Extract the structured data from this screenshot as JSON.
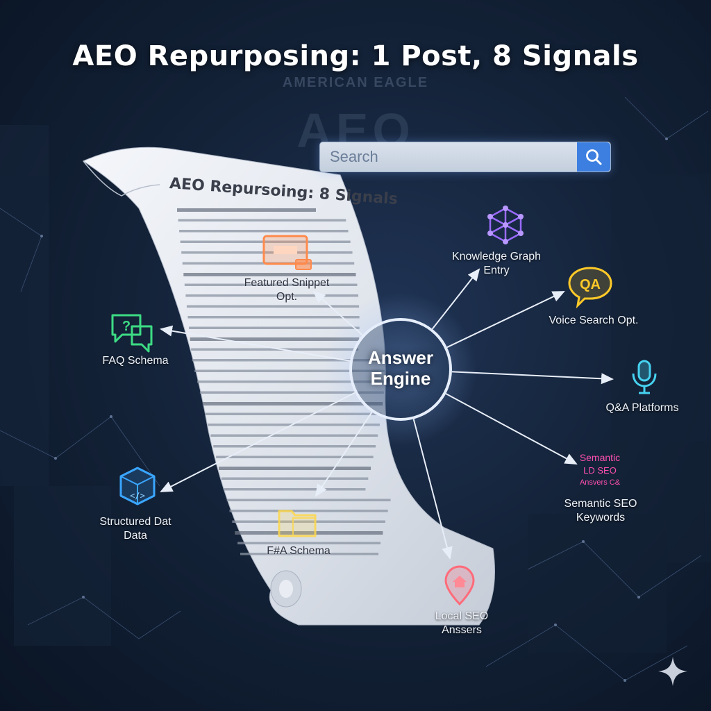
{
  "title": "AEO Repurposing: 1 Post, 8 Signals",
  "watermark": {
    "brand": "AMERICAN EAGLE",
    "mark": "AEO"
  },
  "document": {
    "title": "AEO Repursoing: 8 Signals"
  },
  "search": {
    "placeholder": "Search"
  },
  "hub": {
    "line1": "Answer",
    "line2": "Engine"
  },
  "signals": [
    {
      "id": "featured-snippet",
      "line1": "Featured Snippet",
      "line2": "Opt.",
      "color": "#ff8a4c",
      "icon": "snippet-card-icon"
    },
    {
      "id": "faq-schema",
      "line1": "FAQ Schema",
      "line2": "",
      "color": "#3ddc84",
      "icon": "chat-question-icon"
    },
    {
      "id": "structured-data",
      "line1": "Structured Dat",
      "line2": "Data",
      "color": "#3aa6ff",
      "icon": "code-cube-icon"
    },
    {
      "id": "fa-schema",
      "line1": "F#A Schema",
      "line2": "",
      "color": "#ffd84a",
      "icon": "folder-icon"
    },
    {
      "id": "knowledge-graph",
      "line1": "Knowledge Graph",
      "line2": "Entry",
      "color": "#9a6bff",
      "icon": "network-graph-icon"
    },
    {
      "id": "voice-search",
      "line1": "Voice Search Opt.",
      "line2": "",
      "color": "#ffc928",
      "icon": "qa-bubble-icon"
    },
    {
      "id": "qa-platforms",
      "line1": "Q&A Platforms",
      "line2": "",
      "color": "#46d2f0",
      "icon": "microphone-icon"
    },
    {
      "id": "semantic-seo",
      "line1": "Semantic SEO",
      "line2": "Keywords",
      "color": "#ff4fb0",
      "icon": "semantic-words-icon",
      "icon_text": [
        "Semantic",
        "LD SEO",
        "Ansvers C&"
      ]
    },
    {
      "id": "local-seo",
      "line1": "Local SEO",
      "line2": "Anssers",
      "color": "#ff6b7a",
      "icon": "location-pin-icon"
    }
  ],
  "colors": {
    "hub_ring": "#e6eefc",
    "arrow": "#e8eef8",
    "search_button": "#3d7fe0"
  }
}
